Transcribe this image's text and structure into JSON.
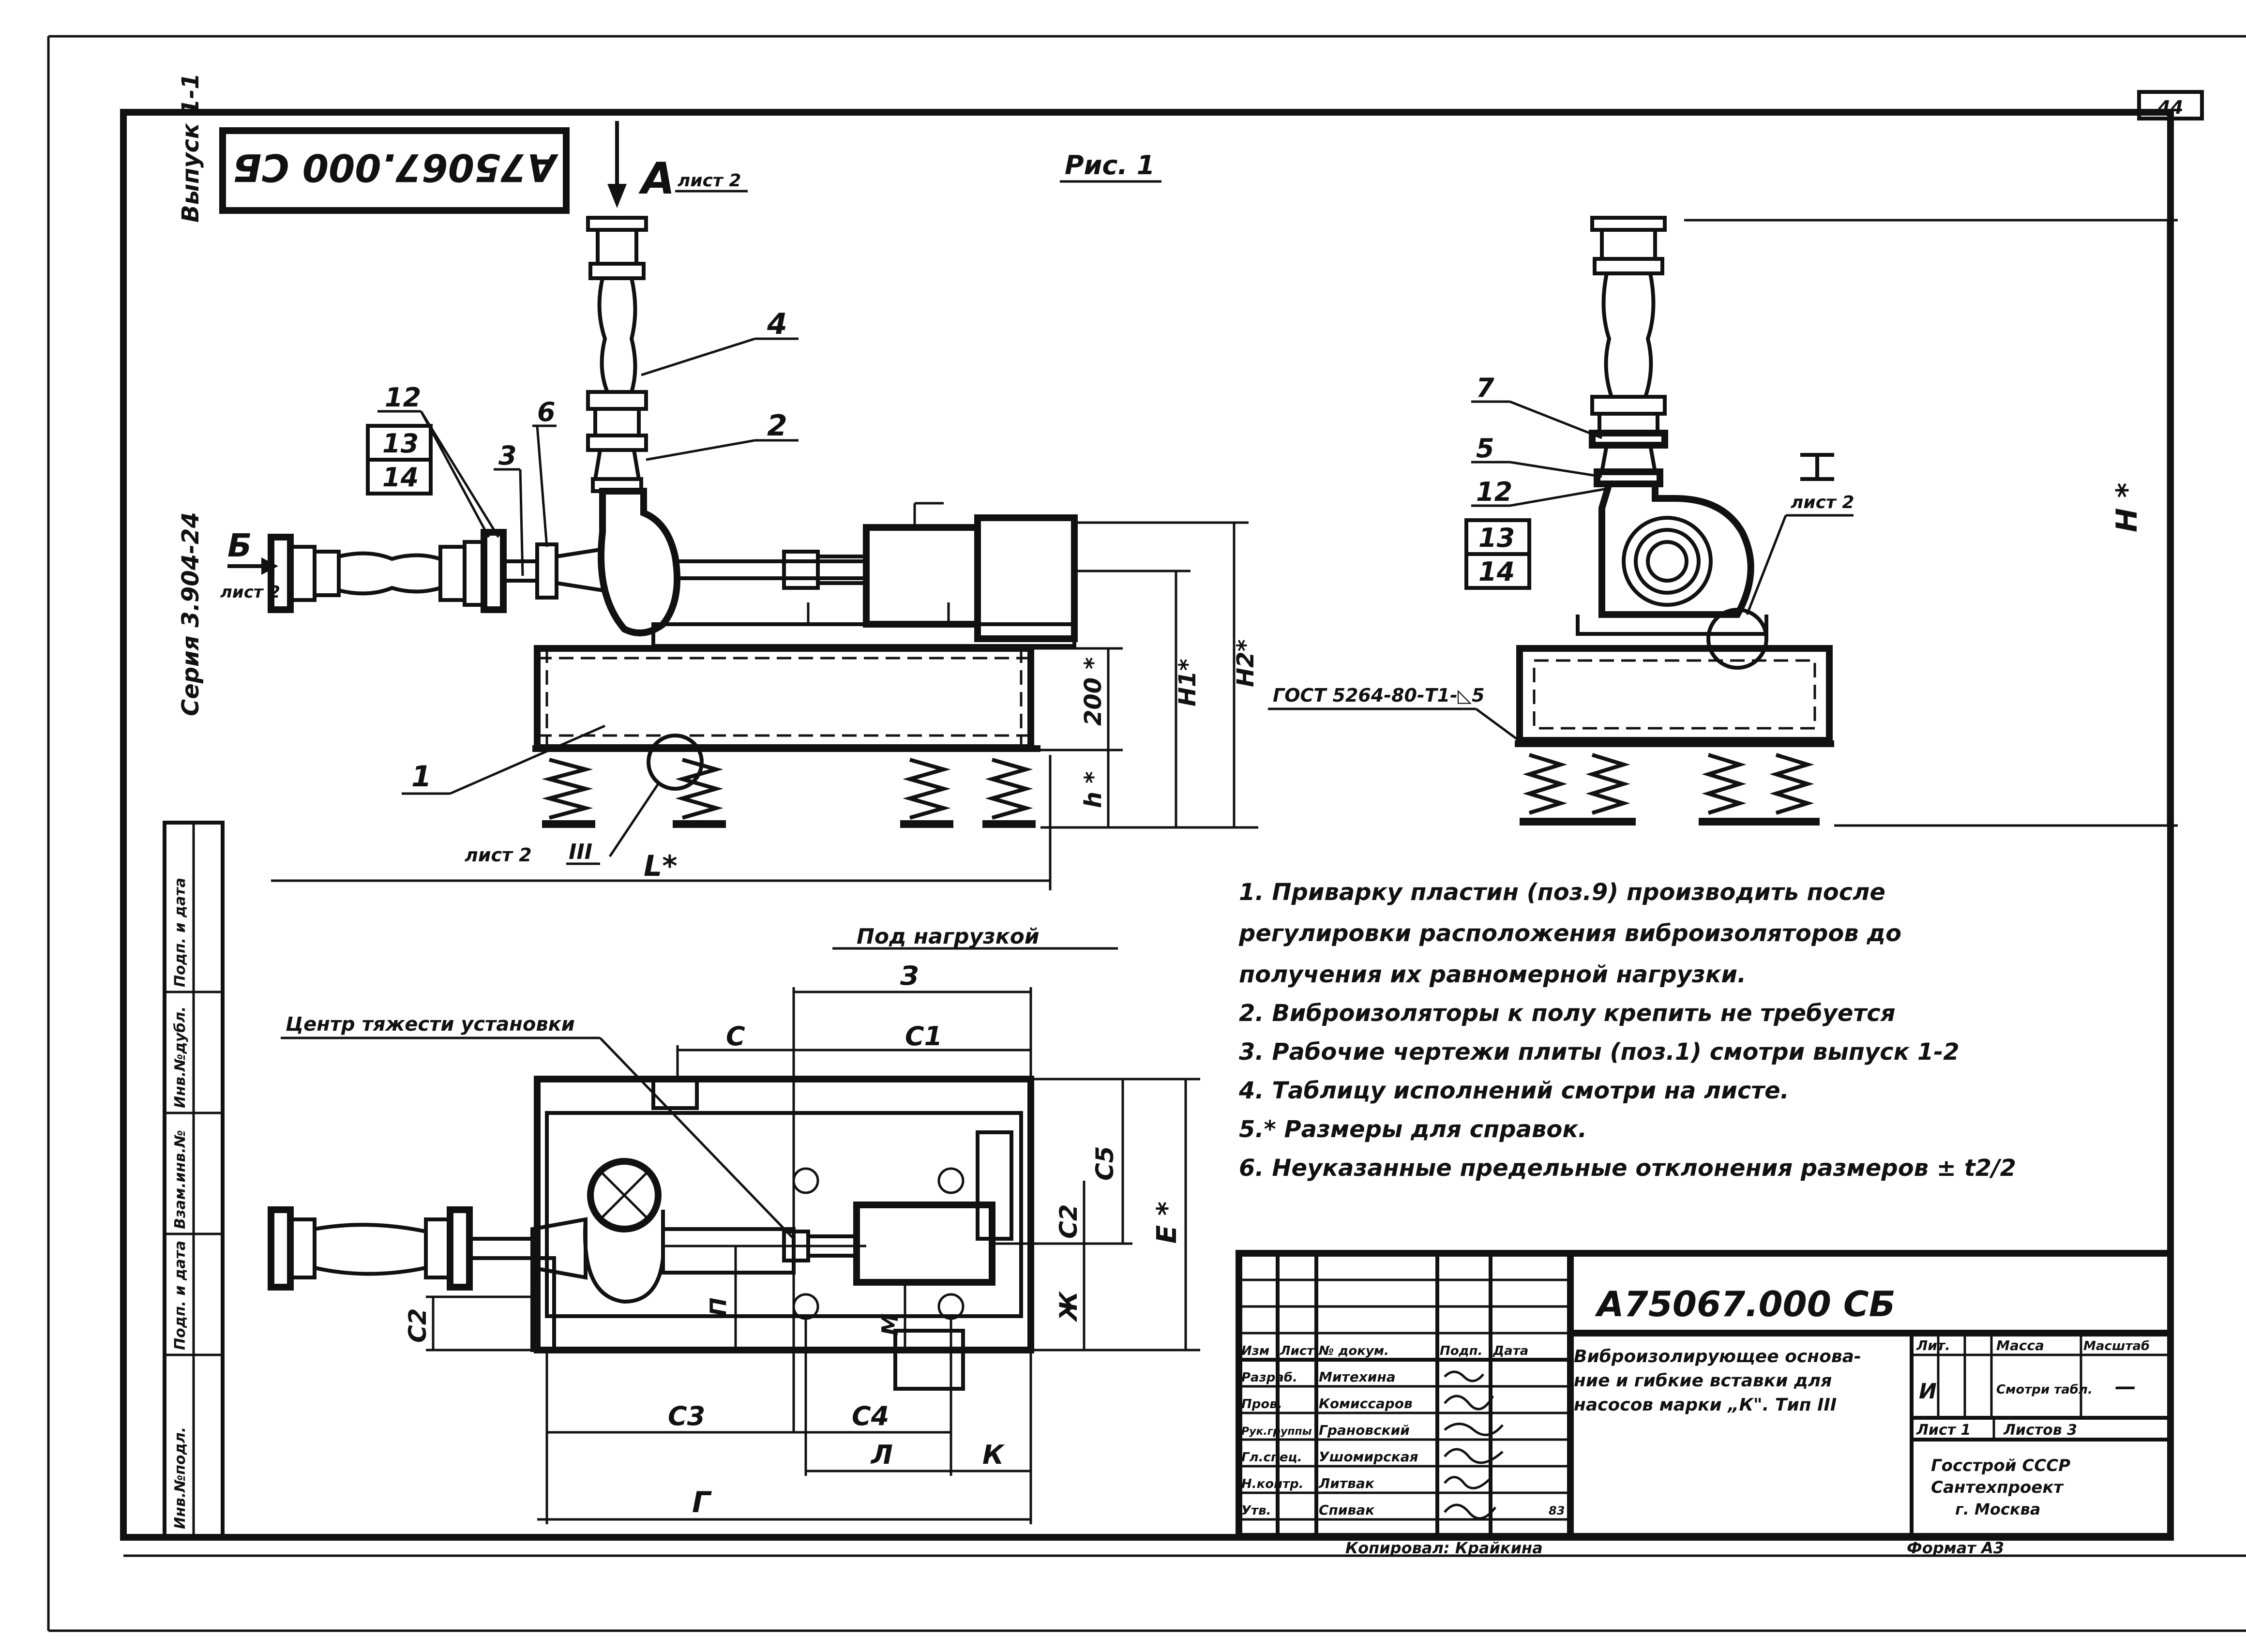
{
  "sheet": {
    "page_number": "44",
    "doc_code_rotated": "А75067.000 СБ",
    "vypusk": "Выпуск 1-1",
    "seriya": "Серия 3.904-24",
    "figure": "Рис. 1"
  },
  "side_strip": [
    "Инв.№подл.",
    "Подп. и дата",
    "Взам.инв.№",
    "Инв.№дубл.",
    "Подп. и дата"
  ],
  "views": {
    "view_a": {
      "letter": "А",
      "sheet": "лист 2"
    },
    "view_b": {
      "letter": "Б",
      "sheet": "лист 2"
    },
    "detail_1": {
      "numeral": "I",
      "sheet": "лист 2"
    },
    "detail_3": {
      "numeral": "III",
      "sheet": "лист 2"
    },
    "under_load": "Под нагрузкой",
    "weld": "ГОСТ 5264-80-Т1-◺5",
    "center_of_gravity": "Центр тяжести установки"
  },
  "positions": {
    "front": [
      "4",
      "2",
      "6",
      "3",
      "12",
      "13",
      "14",
      "1"
    ],
    "side": [
      "7",
      "5",
      "12",
      "13",
      "14"
    ]
  },
  "dimensions": {
    "front": [
      "200 *",
      "h *",
      "H1*",
      "H2*",
      "L*"
    ],
    "side": [
      "H *"
    ],
    "plan": [
      "З",
      "С",
      "С1",
      "С5",
      "С2",
      "Е *",
      "Ж",
      "С2",
      "П",
      "М",
      "С3",
      "С4",
      "Л",
      "К",
      "Г"
    ]
  },
  "notes": [
    "1. Приварку пластин (поз.9) производить после регулировки расположения виброизоляторов до получения их равномерной нагрузки.",
    "2. Виброизоляторы к полу крепить не требуется",
    "3. Рабочие чертежи плиты (поз.1) смотри выпуск 1-2",
    "4. Таблицу исполнений смотри на листе.",
    "5.* Размеры для справок.",
    "6. Неуказанные предельные отклонения размеров ± t2/2"
  ],
  "title_block": {
    "code": "А75067.000 СБ",
    "title_lines": [
      "Виброизолирующее основа-",
      "ние и гибкие вставки для",
      "насосов марки „К\". Тип III"
    ],
    "header": [
      "Изм",
      "Лист",
      "№ докум.",
      "Подп.",
      "Дата"
    ],
    "roles": [
      {
        "role": "Разраб.",
        "name": "Митехина"
      },
      {
        "role": "Пров.",
        "name": "Комиссаров"
      },
      {
        "role": "Рук.группы",
        "name": "Грановский"
      },
      {
        "role": "Гл.спец.",
        "name": "Ушомирская"
      },
      {
        "role": "Н.контр.",
        "name": "Литвак"
      },
      {
        "role": "Утв.",
        "name": "Спивак"
      }
    ],
    "year": "83",
    "lit_label": "Лит.",
    "mass_label": "Масса",
    "scale_label": "Масштаб",
    "lit_value": "И",
    "mass_value": "Смотри табл.",
    "scale_value": "—",
    "sheet_label": "Лист 1",
    "sheets_label": "Листов 3",
    "org": [
      "Госстрой СССР",
      "Сантехпроект",
      "г. Москва"
    ]
  },
  "footer": {
    "copied": "Копировал: Крайкина",
    "format": "Формат А3"
  }
}
